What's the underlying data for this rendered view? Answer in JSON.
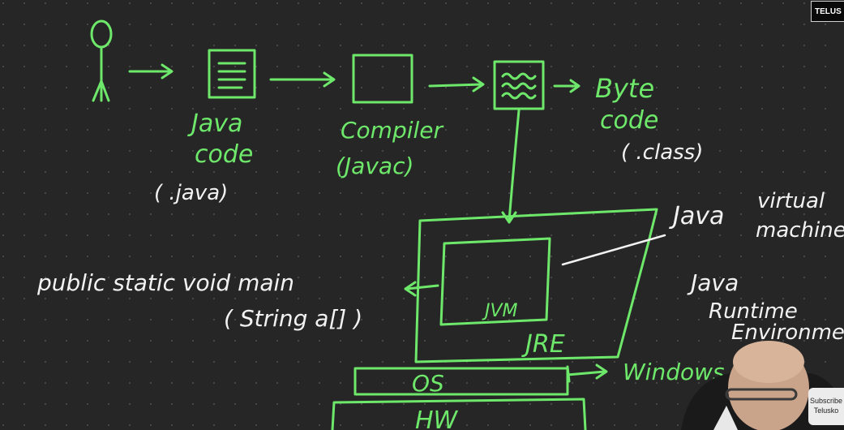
{
  "board": {
    "labels": {
      "java_code_line1": "Java",
      "java_code_line2": "code",
      "java_code_ext": "( .java)",
      "compiler_line1": "Compiler",
      "compiler_line2": "(Javac)",
      "byte_code_line1": "Byte",
      "byte_code_line2": "code",
      "byte_code_ext": "( .class)",
      "jvm_line1": "Java",
      "jvm_line2": "virtual",
      "jvm_line3": "machine",
      "jre_line1": "Java",
      "jre_line2": "Runtime",
      "jre_line3": "Environme",
      "main_line1": "public  static  void  main",
      "main_line2": "( String  a[] )",
      "jvm_box": "JVM",
      "jre_box": "JRE",
      "os": "OS",
      "os_target": "Windows",
      "hw": "HW"
    }
  },
  "overlay": {
    "brand": "TELUS",
    "subscribe_line1": "Subscribe",
    "subscribe_line2": "Telusko"
  },
  "colors": {
    "board": "#262626",
    "chalk_green": "#6ee86a",
    "chalk_white": "#f2f2f2"
  }
}
